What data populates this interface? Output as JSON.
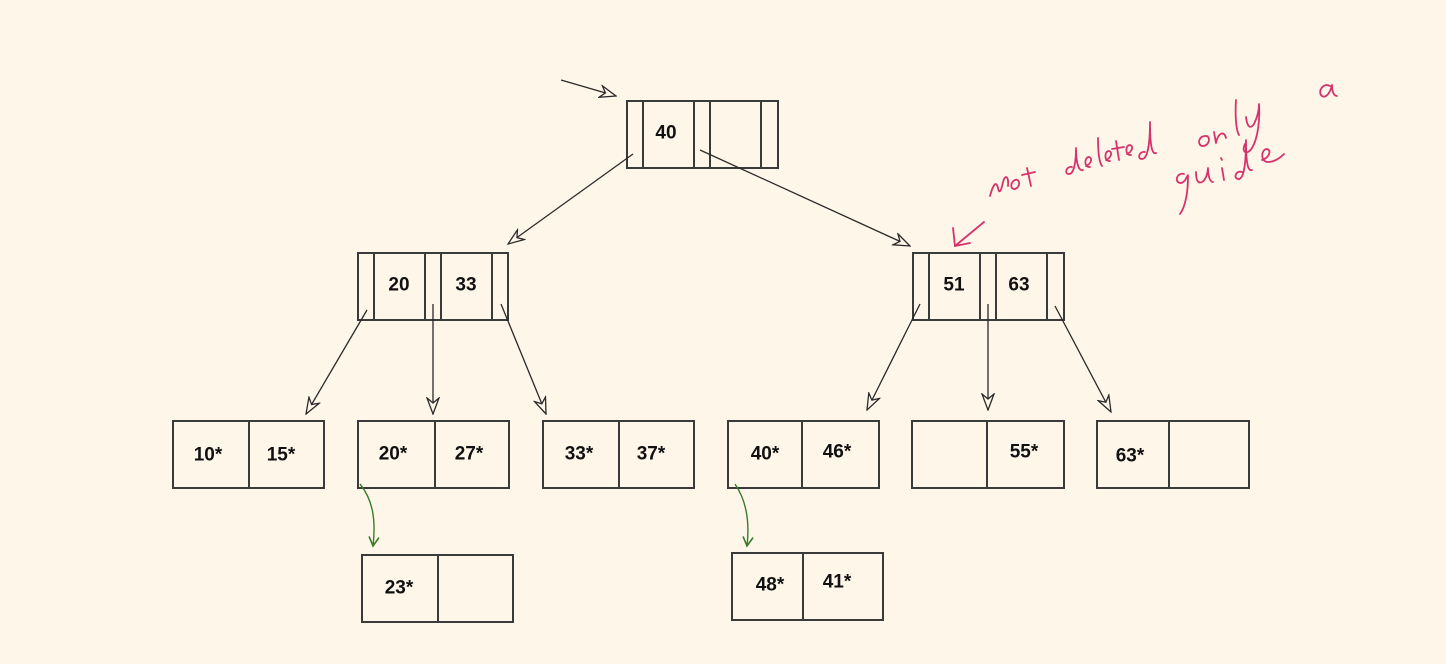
{
  "root": {
    "keys": [
      "40",
      ""
    ]
  },
  "internal": {
    "left": {
      "keys": [
        "20",
        "33"
      ]
    },
    "right": {
      "keys": [
        "51",
        "63"
      ]
    }
  },
  "leaves": [
    {
      "id": "leaf-1",
      "keys": [
        "10*",
        "15*"
      ]
    },
    {
      "id": "leaf-2",
      "keys": [
        "20*",
        "27*"
      ]
    },
    {
      "id": "leaf-3",
      "keys": [
        "33*",
        "37*"
      ]
    },
    {
      "id": "leaf-4",
      "keys": [
        "40*",
        "46*"
      ]
    },
    {
      "id": "leaf-5",
      "keys": [
        "",
        "55*"
      ]
    },
    {
      "id": "leaf-6",
      "keys": [
        "63*",
        ""
      ]
    }
  ],
  "overflow": [
    {
      "id": "overflow-1",
      "keys": [
        "23*",
        ""
      ]
    },
    {
      "id": "overflow-2",
      "keys": [
        "48*",
        "41*"
      ]
    }
  ],
  "annotation": {
    "text": "not deleted only a guide",
    "color": "#d6336c"
  },
  "colors": {
    "background": "#fef6e9",
    "line": "#2a2a2a",
    "overflow_arrow": "#3b7a2b"
  }
}
